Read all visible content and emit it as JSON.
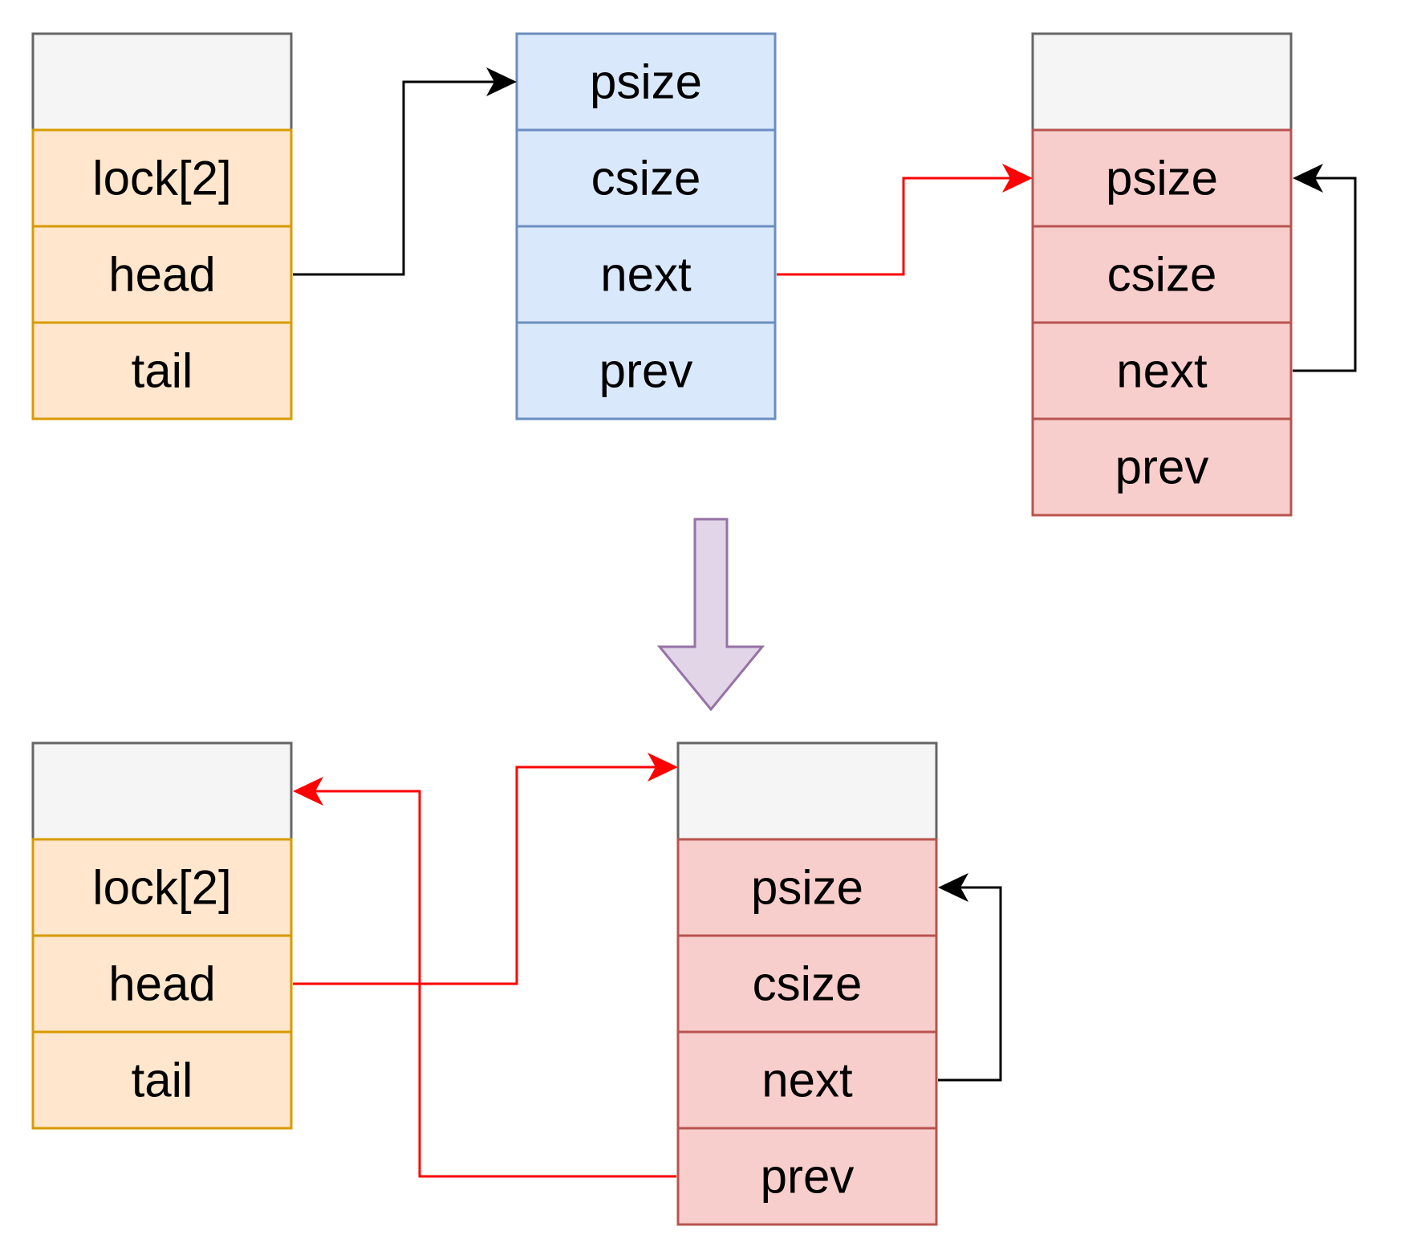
{
  "colors": {
    "header_fill": "#f5f5f5",
    "header_stroke": "#666666",
    "orange_fill": "#ffe6cc",
    "orange_stroke": "#d79b00",
    "blue_fill": "#dae8fc",
    "blue_stroke": "#6c8ebf",
    "red_fill": "#f8cecc",
    "red_stroke": "#b85450",
    "arrow_black": "#000000",
    "arrow_red": "#ff0000",
    "transition_fill": "#e1d5e7",
    "transition_stroke": "#9673a6"
  },
  "top": {
    "bin": {
      "fields": [
        "",
        "lock[2]",
        "head",
        "tail"
      ]
    },
    "chunk_a": {
      "fields": [
        "psize",
        "csize",
        "next",
        "prev"
      ]
    },
    "chunk_b": {
      "fields": [
        "",
        "psize",
        "csize",
        "next",
        "prev"
      ]
    }
  },
  "bottom": {
    "bin": {
      "fields": [
        "",
        "lock[2]",
        "head",
        "tail"
      ]
    },
    "chunk": {
      "fields": [
        "",
        "psize",
        "csize",
        "next",
        "prev"
      ]
    }
  }
}
